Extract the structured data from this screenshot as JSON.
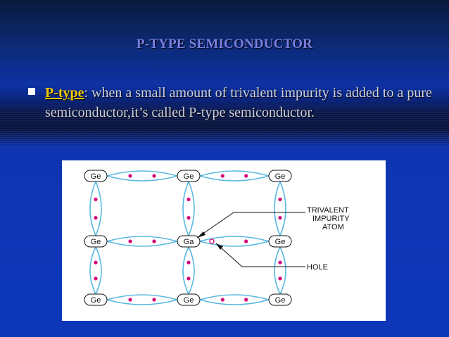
{
  "slide": {
    "title": "P-TYPE SEMICONDUCTOR",
    "bullet": {
      "term": "P-type",
      "text": ": when a small amount of trivalent impurity is added to a pure semiconductor,it’s called P-type semiconductor."
    }
  },
  "diagram": {
    "atoms": [
      {
        "label": "Ge"
      },
      {
        "label": "Ge"
      },
      {
        "label": "Ge"
      },
      {
        "label": "Ge"
      },
      {
        "label": "Ga"
      },
      {
        "label": "Ge"
      },
      {
        "label": "Ge"
      },
      {
        "label": "Ge"
      },
      {
        "label": "Ge"
      }
    ],
    "annotations": {
      "trivalent": [
        "TRIVALENT",
        "IMPURITY",
        "ATOM"
      ],
      "hole": "HOLE"
    },
    "colors": {
      "bond": "#58b8e0",
      "electron": "#d6007a",
      "atom_border": "#111111"
    }
  }
}
